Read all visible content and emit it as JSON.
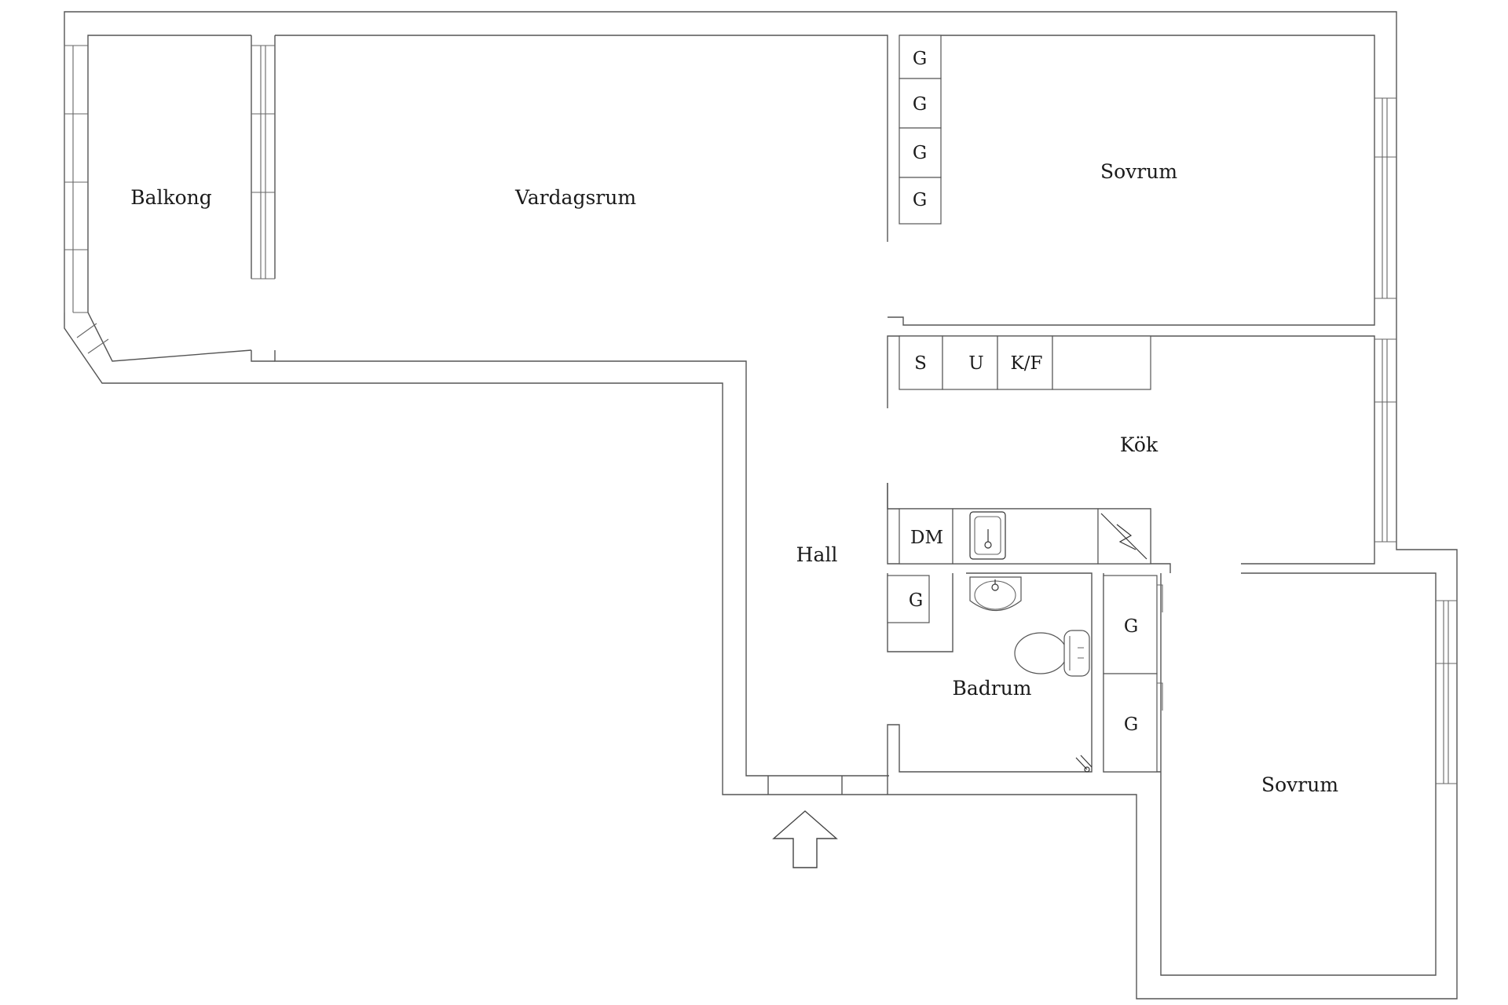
{
  "rooms": {
    "balkong": "Balkong",
    "vardagsrum": "Vardagsrum",
    "sovrum_1": "Sovrum",
    "kok": "Kök",
    "hall": "Hall",
    "badrum": "Badrum",
    "sovrum_2": "Sovrum"
  },
  "fixtures": {
    "wardrobe": "G",
    "stove": "S",
    "oven": "U",
    "fridge_freezer": "K/F",
    "dishwasher": "DM"
  },
  "icons": {
    "entrance": "entrance-arrow-icon",
    "sink": "sink-icon",
    "washbasin": "washbasin-icon",
    "toilet": "toilet-icon",
    "floor_drain": "floor-drain-icon",
    "electrical_panel": "electrical-panel-icon"
  }
}
